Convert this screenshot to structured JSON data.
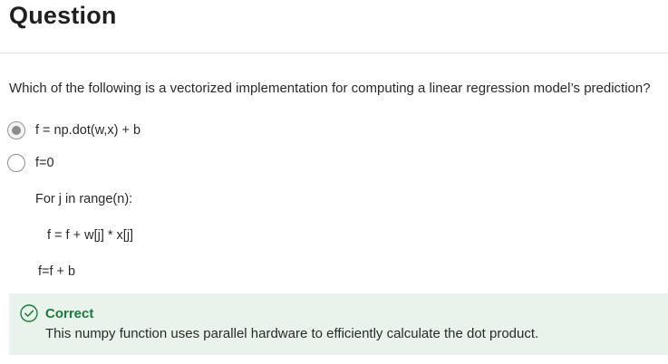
{
  "header": {
    "title": "Question"
  },
  "question": {
    "prompt": "Which of the following is a vectorized implementation for computing a linear regression model’s prediction?"
  },
  "options": [
    {
      "label": "f = np.dot(w,x) + b",
      "selected": true
    },
    {
      "label": "f=0",
      "selected": false,
      "code_lines": [
        "For j in range(n):",
        "f = f + w[j] * x[j]",
        "f=f + b"
      ]
    }
  ],
  "feedback": {
    "status": "Correct",
    "message": "This numpy function uses parallel hardware to efficiently calculate the dot product.",
    "color": "#1e7a3c",
    "background": "#e8f3ec"
  }
}
